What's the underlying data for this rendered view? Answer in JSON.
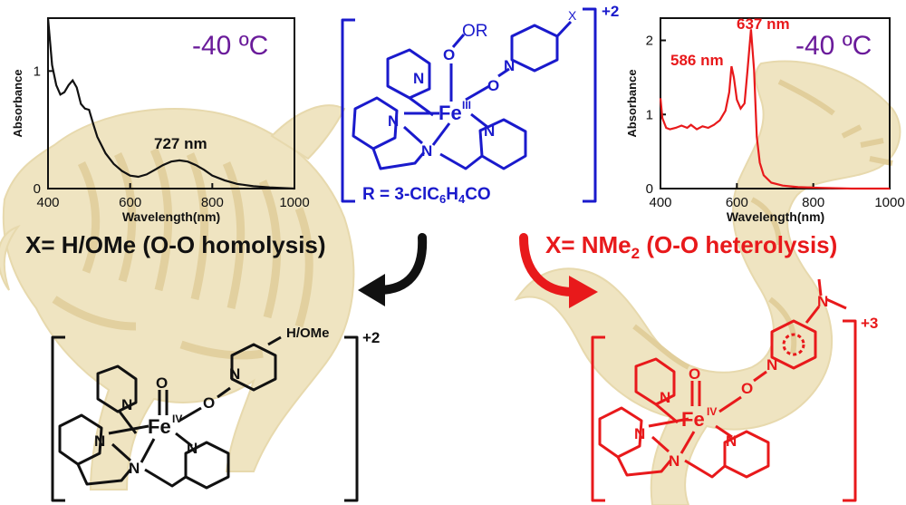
{
  "colors": {
    "blue": "#1a1acc",
    "red": "#e8191b",
    "black": "#111111",
    "purple": "#6a1b9a",
    "beige": "#e9dcb0"
  },
  "chart_data": [
    {
      "type": "line",
      "xlabel": "Wavelength(nm)",
      "ylabel": "Absorbance",
      "xlim": [
        400,
        1000
      ],
      "ylim": [
        0,
        1.45
      ],
      "xticks": [
        400,
        600,
        800,
        1000
      ],
      "yticks": [
        0,
        1
      ],
      "x": [
        400,
        410,
        420,
        430,
        440,
        450,
        460,
        470,
        480,
        490,
        500,
        510,
        520,
        540,
        560,
        580,
        600,
        620,
        640,
        660,
        680,
        700,
        720,
        740,
        760,
        780,
        800,
        830,
        860,
        900,
        940,
        1000
      ],
      "y": [
        1.45,
        1.05,
        0.88,
        0.8,
        0.82,
        0.88,
        0.92,
        0.86,
        0.72,
        0.68,
        0.67,
        0.55,
        0.44,
        0.3,
        0.21,
        0.15,
        0.11,
        0.1,
        0.12,
        0.16,
        0.2,
        0.23,
        0.24,
        0.23,
        0.2,
        0.16,
        0.11,
        0.07,
        0.04,
        0.02,
        0.01,
        0.0
      ],
      "annotations": [
        "727 nm",
        "-40 ºC"
      ]
    },
    {
      "type": "line",
      "xlabel": "Wavelength(nm)",
      "ylabel": "Absorbance",
      "xlim": [
        400,
        1000
      ],
      "ylim": [
        0,
        2.3
      ],
      "xticks": [
        400,
        600,
        800,
        1000
      ],
      "yticks": [
        0,
        1,
        2
      ],
      "x": [
        400,
        405,
        415,
        425,
        440,
        455,
        470,
        480,
        495,
        510,
        525,
        540,
        555,
        570,
        580,
        586,
        592,
        600,
        610,
        620,
        628,
        637,
        645,
        652,
        660,
        670,
        690,
        720,
        760,
        820,
        900,
        1000
      ],
      "y": [
        1.22,
        0.95,
        0.82,
        0.8,
        0.82,
        0.85,
        0.82,
        0.86,
        0.8,
        0.84,
        0.82,
        0.86,
        0.92,
        1.05,
        1.3,
        1.65,
        1.5,
        1.2,
        1.08,
        1.15,
        1.6,
        2.15,
        1.6,
        0.7,
        0.35,
        0.18,
        0.08,
        0.04,
        0.02,
        0.01,
        0.0,
        0.0
      ],
      "annotations": [
        "586 nm",
        "637 nm",
        "-40 ºC"
      ]
    }
  ],
  "labels": {
    "left_condition": "X= H/OMe (O-O homolysis)",
    "right_condition_prefix": "X= NMe",
    "right_condition_sub": "2",
    "right_condition_suffix": " (O-O heterolysis)",
    "r_definition_prefix": "R = 3-ClC",
    "r_sub1": "6",
    "r_mid": "H",
    "r_sub2": "4",
    "r_suffix": "CO",
    "charge_top": "+2",
    "charge_left": "+2",
    "charge_right": "+3"
  },
  "complex_top": {
    "metal": "Fe",
    "ox_state": "III",
    "or_label": "OR",
    "x_label": "X",
    "atoms": [
      "N",
      "N",
      "N",
      "N",
      "O",
      "O",
      "N"
    ]
  },
  "complex_left": {
    "metal": "Fe",
    "ox_state": "IV",
    "substituent": "H/OMe",
    "atoms": [
      "N",
      "N",
      "N",
      "N",
      "O",
      "O",
      "N"
    ]
  },
  "complex_right": {
    "metal": "Fe",
    "ox_state": "IV",
    "amine": "N",
    "atoms": [
      "N",
      "N",
      "N",
      "N",
      "O",
      "O",
      "N"
    ]
  }
}
